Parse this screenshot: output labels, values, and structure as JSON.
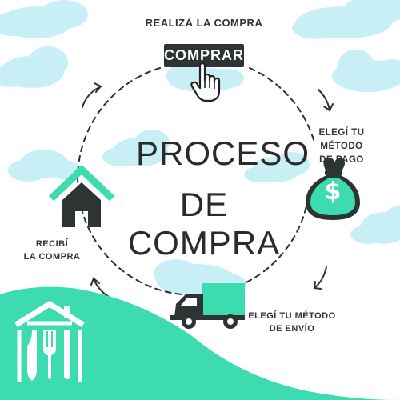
{
  "diagram": {
    "title_line1": "PROCESO",
    "title_line2": "DE COMPRA",
    "steps": [
      {
        "id": "buy",
        "lines": [
          "REALIZÁ LA COMPRA"
        ],
        "button_label": "COMPRAR",
        "icon": "hand-pointer-icon"
      },
      {
        "id": "pay",
        "lines": [
          "ELEGÍ TU MÉTODO",
          "DE PAGO"
        ],
        "icon": "money-bag-icon",
        "icon_text": "$"
      },
      {
        "id": "ship",
        "lines": [
          "ELEGÍ TU MÉTODO",
          "DE ENVÍO"
        ],
        "icon": "delivery-truck-icon"
      },
      {
        "id": "receive",
        "lines": [
          "RECIBÍ",
          "LA COMPRA"
        ],
        "icon": "house-icon"
      }
    ]
  },
  "brand": {
    "logo_icon": "kitchen-utensils-house-logo"
  },
  "colors": {
    "accent": "#3ddbb0",
    "dark": "#2d3434",
    "cloud": "#c9eff6",
    "text": "#333333"
  }
}
